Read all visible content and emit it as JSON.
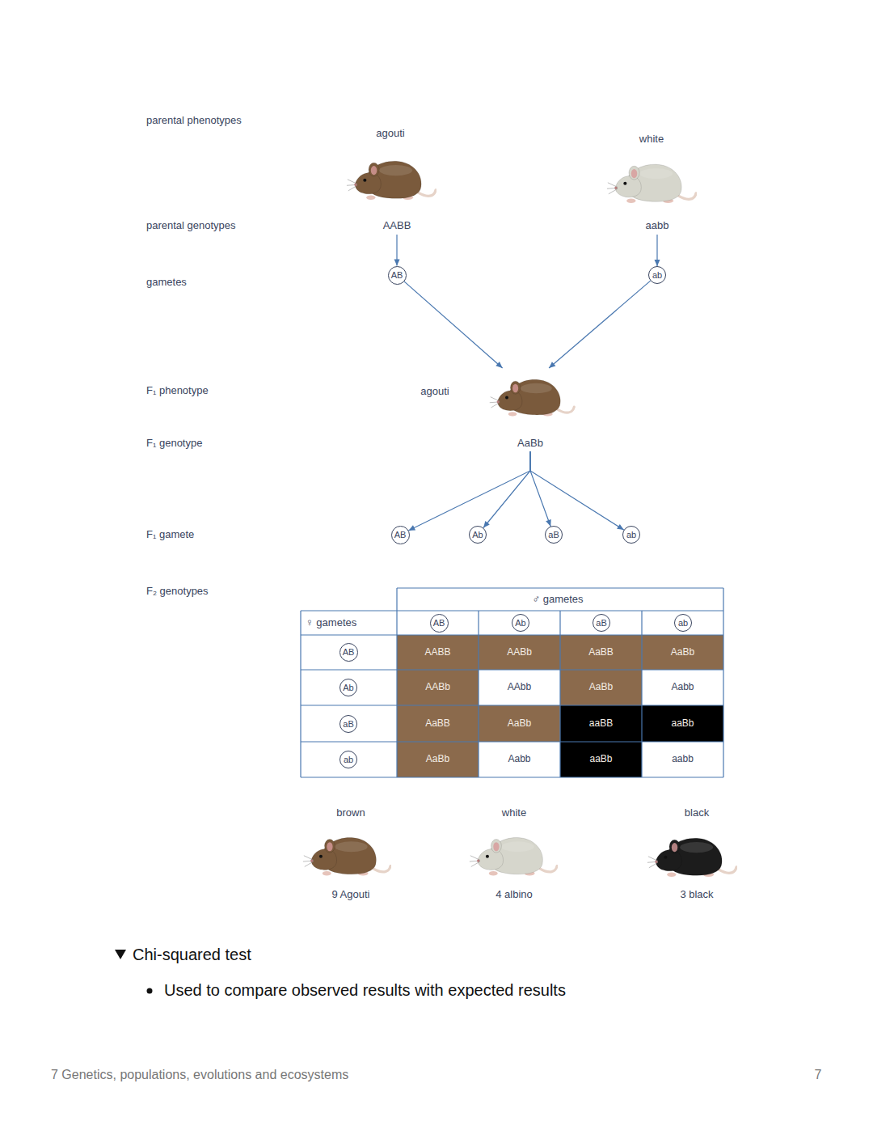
{
  "diagram": {
    "nodes": [
      {
        "text": [
          "agouti",
          "AABB"
        ]
      },
      {
        "text": [
          "white",
          "aabb"
        ]
      },
      {
        "text": [
          "AB"
        ]
      },
      {
        "text": [
          "ab"
        ]
      },
      {
        "text": [
          "agouti",
          "AaBb"
        ]
      },
      {
        "text": [
          "AB"
        ]
      },
      {
        "text": [
          "Ab"
        ]
      },
      {
        "text": [
          "aB"
        ]
      },
      {
        "text": [
          "ab"
        ]
      },
      {
        "text": [
          "AB"
        ]
      },
      {
        "text": [
          "Ab"
        ]
      },
      {
        "text": [
          "aB"
        ]
      },
      {
        "text": [
          "ab"
        ]
      },
      {
        "text": [
          "AB"
        ]
      },
      {
        "text": [
          "Ab"
        ]
      },
      {
        "text": [
          "aB"
        ]
      },
      {
        "text": [
          "ab"
        ]
      }
    ],
    "edges": [
      {
        "from": 0,
        "to": 2,
        "arrow": "to"
      },
      {
        "from": 1,
        "to": 3,
        "arrow": "to"
      },
      {
        "from": 2,
        "to": 4,
        "arrow": "to"
      },
      {
        "from": 3,
        "to": 4,
        "arrow": "to"
      },
      {
        "from": 4,
        "to": 5,
        "arrow": "to"
      },
      {
        "from": 4,
        "to": 6,
        "arrow": "to"
      },
      {
        "from": 4,
        "to": 7,
        "arrow": "to"
      },
      {
        "from": 4,
        "to": 8,
        "arrow": "to"
      }
    ],
    "labels": [
      "parental phenotypes",
      "parental genotypes",
      "gametes",
      "F₁ phenotype",
      "F₁ genotype",
      "F₁ gamete",
      "F₂ genotypes",
      "♂ gametes",
      "♀ gametes",
      "AABB",
      "AABb",
      "AaBB",
      "AaBb",
      "AABb",
      "AAbb",
      "AaBb",
      "Aabb",
      "AaBB",
      "AaBb",
      "aaBB",
      "aaBb",
      "AaBb",
      "Aabb",
      "aaBb",
      "aabb",
      "brown",
      "white",
      "black",
      "9 Agouti",
      "4 albino",
      "3 black",
      "Chi-squared test",
      "Used to compare observed results with expected results",
      "7 Genetics, populations, evolutions and ecosystems",
      "7"
    ]
  }
}
